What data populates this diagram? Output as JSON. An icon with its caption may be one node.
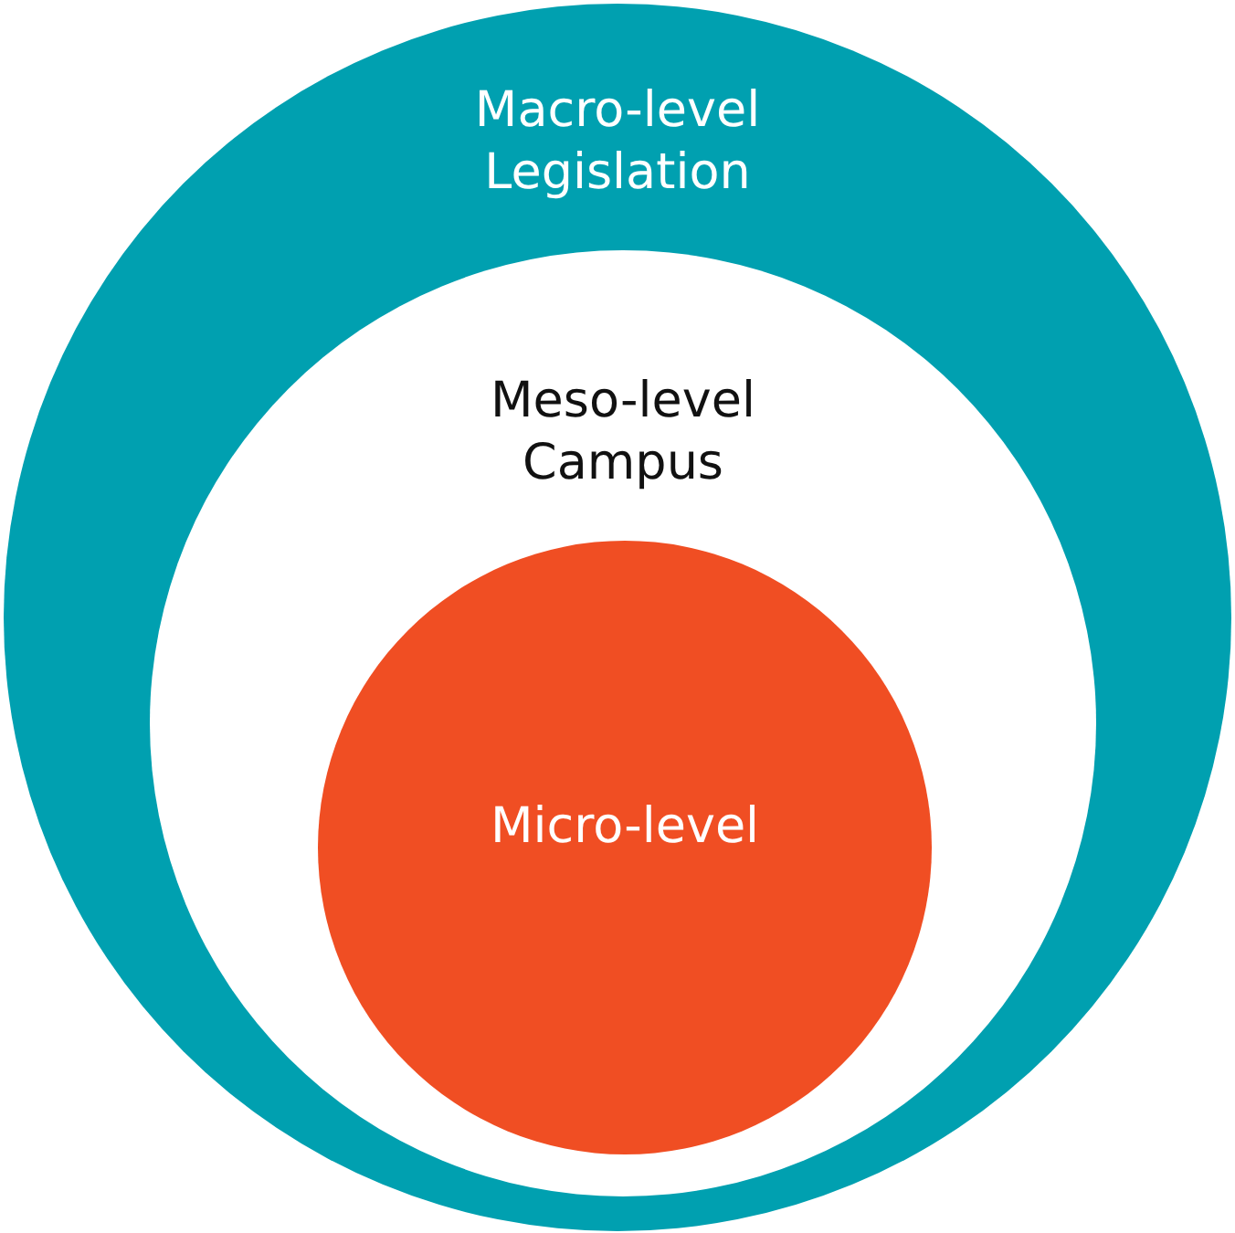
{
  "diagram": {
    "nodes": [
      {
        "text": [
          "Macro-level Legislation"
        ]
      },
      {
        "text": [
          "Meso-level Campus"
        ],
        "in": 0
      },
      {
        "text": [
          "Micro-level"
        ],
        "in": 1
      }
    ]
  }
}
